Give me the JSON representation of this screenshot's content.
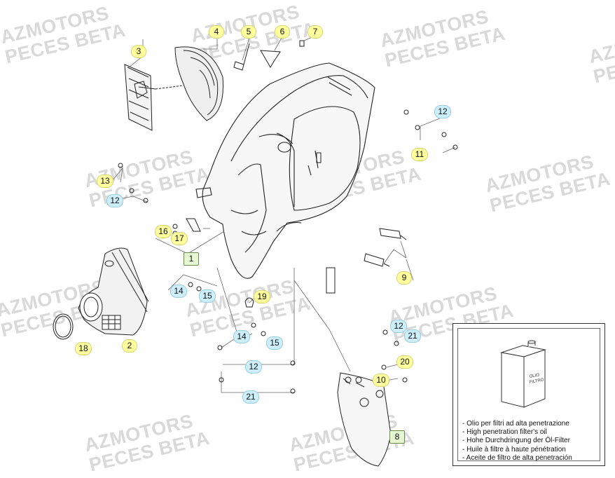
{
  "watermark": {
    "line1": "AZMOTORS",
    "line2": "PECES BETA"
  },
  "callouts": [
    {
      "id": "1",
      "style": "green"
    },
    {
      "id": "2",
      "style": "yellow"
    },
    {
      "id": "3",
      "style": "yellow"
    },
    {
      "id": "4",
      "style": "yellow"
    },
    {
      "id": "5",
      "style": "yellow"
    },
    {
      "id": "6",
      "style": "yellow"
    },
    {
      "id": "7",
      "style": "yellow"
    },
    {
      "id": "8",
      "style": "green"
    },
    {
      "id": "9",
      "style": "yellow"
    },
    {
      "id": "10",
      "style": "yellow"
    },
    {
      "id": "11",
      "style": "yellow"
    },
    {
      "id": "12",
      "style": "cyan"
    },
    {
      "id": "13",
      "style": "yellow"
    },
    {
      "id": "14",
      "style": "cyan"
    },
    {
      "id": "15",
      "style": "cyan"
    },
    {
      "id": "16",
      "style": "yellow"
    },
    {
      "id": "17",
      "style": "yellow"
    },
    {
      "id": "18",
      "style": "yellow"
    },
    {
      "id": "19",
      "style": "yellow"
    },
    {
      "id": "20",
      "style": "yellow"
    },
    {
      "id": "21",
      "style": "cyan"
    }
  ],
  "oil_can_label": [
    "OLIO",
    "FILTRO"
  ],
  "oil_note": [
    "- Olio per filtri ad alta penetrazione",
    "- High penetration filter's oil",
    "- Hohe Durchdringung der Öl-Filter",
    "- Huile à filtre à haute pénétration",
    "- Aceite de filtro de alta penetración"
  ]
}
